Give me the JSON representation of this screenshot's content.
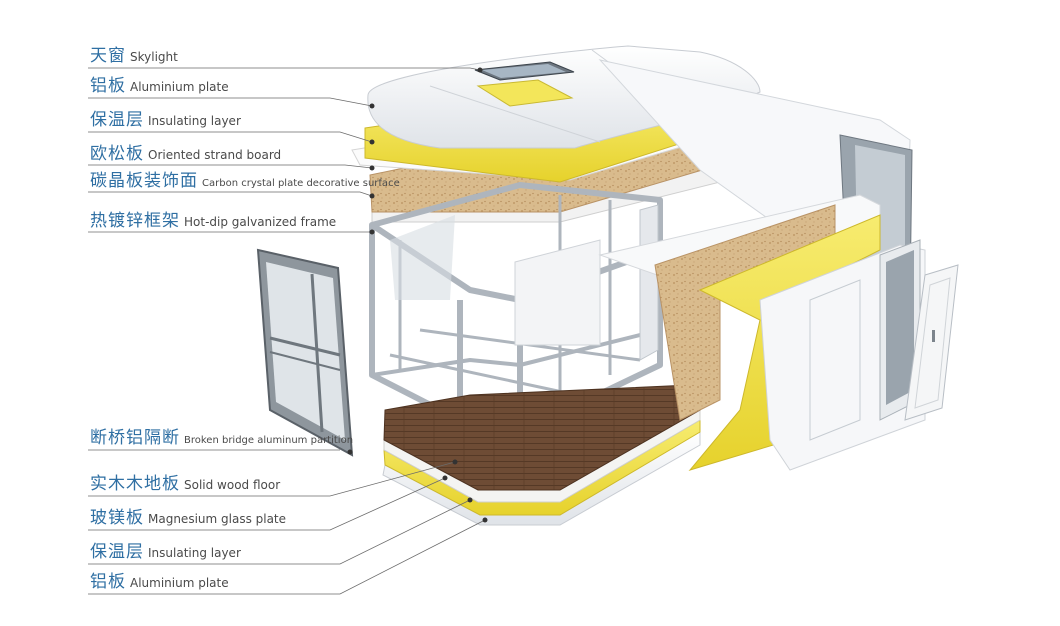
{
  "labels": [
    {
      "zh": "天窗",
      "en": "Skylight"
    },
    {
      "zh": "铝板",
      "en": "Aluminium plate"
    },
    {
      "zh": "保温层",
      "en": "Insulating layer"
    },
    {
      "zh": "欧松板",
      "en": "Oriented strand board"
    },
    {
      "zh": "碳晶板装饰面",
      "en": "Carbon crystal plate decorative surface"
    },
    {
      "zh": "热镀锌框架",
      "en": "Hot-dip galvanized frame"
    },
    {
      "zh": "断桥铝隔断",
      "en": "Broken bridge aluminum partition"
    },
    {
      "zh": "实木木地板",
      "en": "Solid wood floor"
    },
    {
      "zh": "玻镁板",
      "en": "Magnesium glass plate"
    },
    {
      "zh": "保温层",
      "en": "Insulating layer"
    },
    {
      "zh": "铝板",
      "en": "Aluminium plate"
    }
  ],
  "colors": {
    "label_zh": "#2f6fa3",
    "label_en": "#4a4a4a",
    "leader_line": "#6b6b6b",
    "aluminium": "#f4f5f7",
    "insulation": "#f0e34a",
    "osb": "#d8b98c",
    "wood_floor": "#6b4a34",
    "frame": "#b8bec6",
    "glass": "#c9d3dc"
  }
}
